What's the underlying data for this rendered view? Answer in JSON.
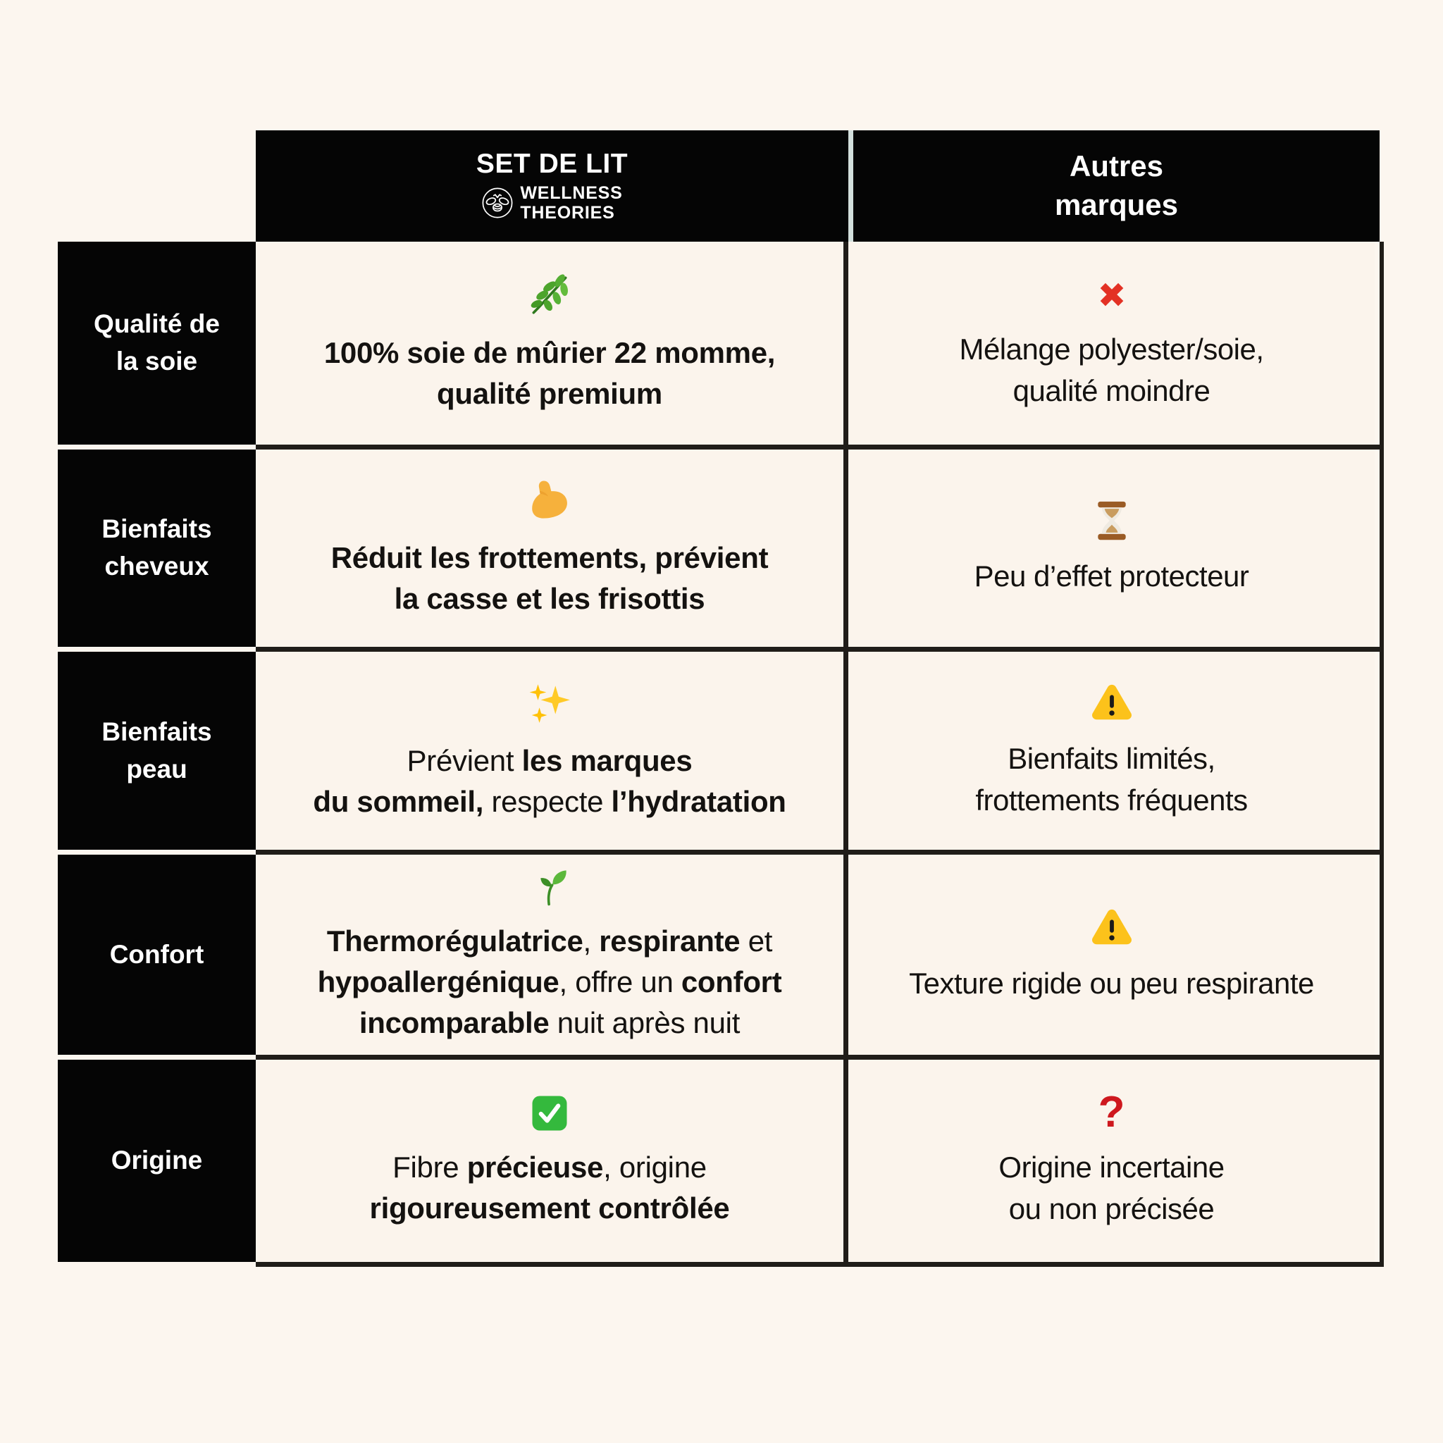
{
  "header": {
    "product_title": "SET DE LIT",
    "brand_name_line1": "WELLNESS",
    "brand_name_line2": "THEORIES",
    "brand_logo_icon": "bee-logo",
    "competitor_title": "Autres\nmarques"
  },
  "rows": [
    {
      "label": "Qualité de\nla soie",
      "product_icon": "herb",
      "product_segments": [
        {
          "t": "100% soie de mûrier 22 momme,\nqualité premium",
          "b": true
        }
      ],
      "competitor_icon": "cross-mark",
      "competitor_text": "Mélange polyester/soie,\nqualité moindre"
    },
    {
      "label": "Bienfaits\ncheveux",
      "product_icon": "flexed-biceps",
      "product_segments": [
        {
          "t": "Réduit les frottements, prévient\nla casse et les frisottis",
          "b": true
        }
      ],
      "competitor_icon": "hourglass",
      "competitor_text": "Peu d’effet protecteur"
    },
    {
      "label": "Bienfaits\npeau",
      "product_icon": "sparkles",
      "product_segments": [
        {
          "t": "Prévient ",
          "b": false
        },
        {
          "t": "les marques",
          "b": true
        },
        {
          "t": "\n",
          "b": false
        },
        {
          "t": "du sommeil,",
          "b": true
        },
        {
          "t": " respecte ",
          "b": false
        },
        {
          "t": "l’hydratation",
          "b": true
        }
      ],
      "competitor_icon": "warning",
      "competitor_text": "Bienfaits limités,\nfrottements fréquents"
    },
    {
      "label": "Confort",
      "product_icon": "seedling",
      "product_segments": [
        {
          "t": "Thermorégulatrice",
          "b": true
        },
        {
          "t": ", ",
          "b": false
        },
        {
          "t": "respirante",
          "b": true
        },
        {
          "t": " et\n",
          "b": false
        },
        {
          "t": "hypoallergénique",
          "b": true
        },
        {
          "t": ", offre un ",
          "b": false
        },
        {
          "t": "confort\nincomparable",
          "b": true
        },
        {
          "t": " nuit après nuit",
          "b": false
        }
      ],
      "competitor_icon": "warning",
      "competitor_text": "Texture rigide ou peu respirante"
    },
    {
      "label": "Origine",
      "product_icon": "check-mark",
      "product_segments": [
        {
          "t": "Fibre ",
          "b": false
        },
        {
          "t": "précieuse",
          "b": true
        },
        {
          "t": ", origine\n",
          "b": false
        },
        {
          "t": "rigoureusement contrôlée",
          "b": true
        }
      ],
      "competitor_icon": "red-question-mark",
      "competitor_icon_glyph": "?",
      "competitor_text": "Origine incertaine\nou non précisée"
    }
  ],
  "colors": {
    "page_background": "#FCF6EF",
    "cell_background": "#FBF4EC",
    "header_black": "#050505",
    "border_dark": "#201D19",
    "header_divider": "#D3DFDC",
    "cross_red": "#E33124",
    "warning_yellow": "#FCC21B",
    "check_green": "#34B93D",
    "question_red": "#CE181E",
    "herb_green": "#4DA42C",
    "sparkle_gold": "#FFC107"
  }
}
